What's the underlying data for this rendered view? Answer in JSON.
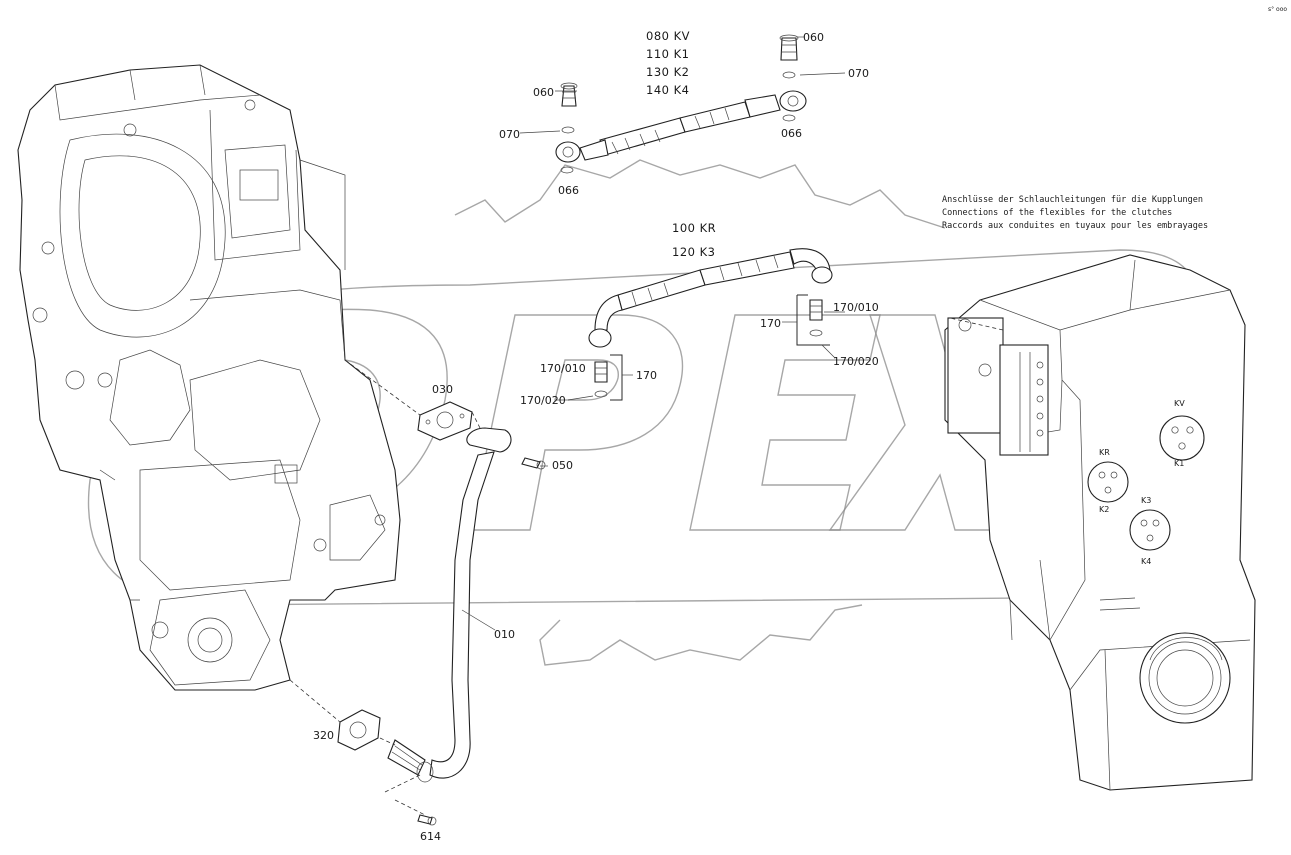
{
  "page_mark": "s° ooo",
  "notes": {
    "de": "Anschlüsse der Schlauchleitungen für die Kupplungen",
    "en": "Connections of the flexibles for the clutches",
    "fr": "Raccords aux conduites en tuyaux pour les embrayages"
  },
  "hose_upper": {
    "codes": [
      "080 KV",
      "110 K1",
      "130 K2",
      "140 K4"
    ]
  },
  "hose_middle": {
    "codes": [
      "100 KR",
      "120 K3"
    ]
  },
  "callouts": {
    "p060_left": "060",
    "p060_right": "060",
    "p070_left": "070",
    "p070_right": "070",
    "p066_left": "066",
    "p066_right": "066",
    "p170_right_010": "170/010",
    "p170_right": "170",
    "p170_right_020": "170/020",
    "p170_left_010": "170/010",
    "p170_left": "170",
    "p170_left_020": "170/020",
    "p030": "030",
    "p050": "050",
    "p010": "010",
    "p320": "320",
    "p614": "614"
  },
  "port_labels": {
    "kv": "KV",
    "k1": "K1",
    "kr": "KR",
    "k2": "K2",
    "k3": "K3",
    "k4": "K4"
  },
  "watermark": "OPEX"
}
